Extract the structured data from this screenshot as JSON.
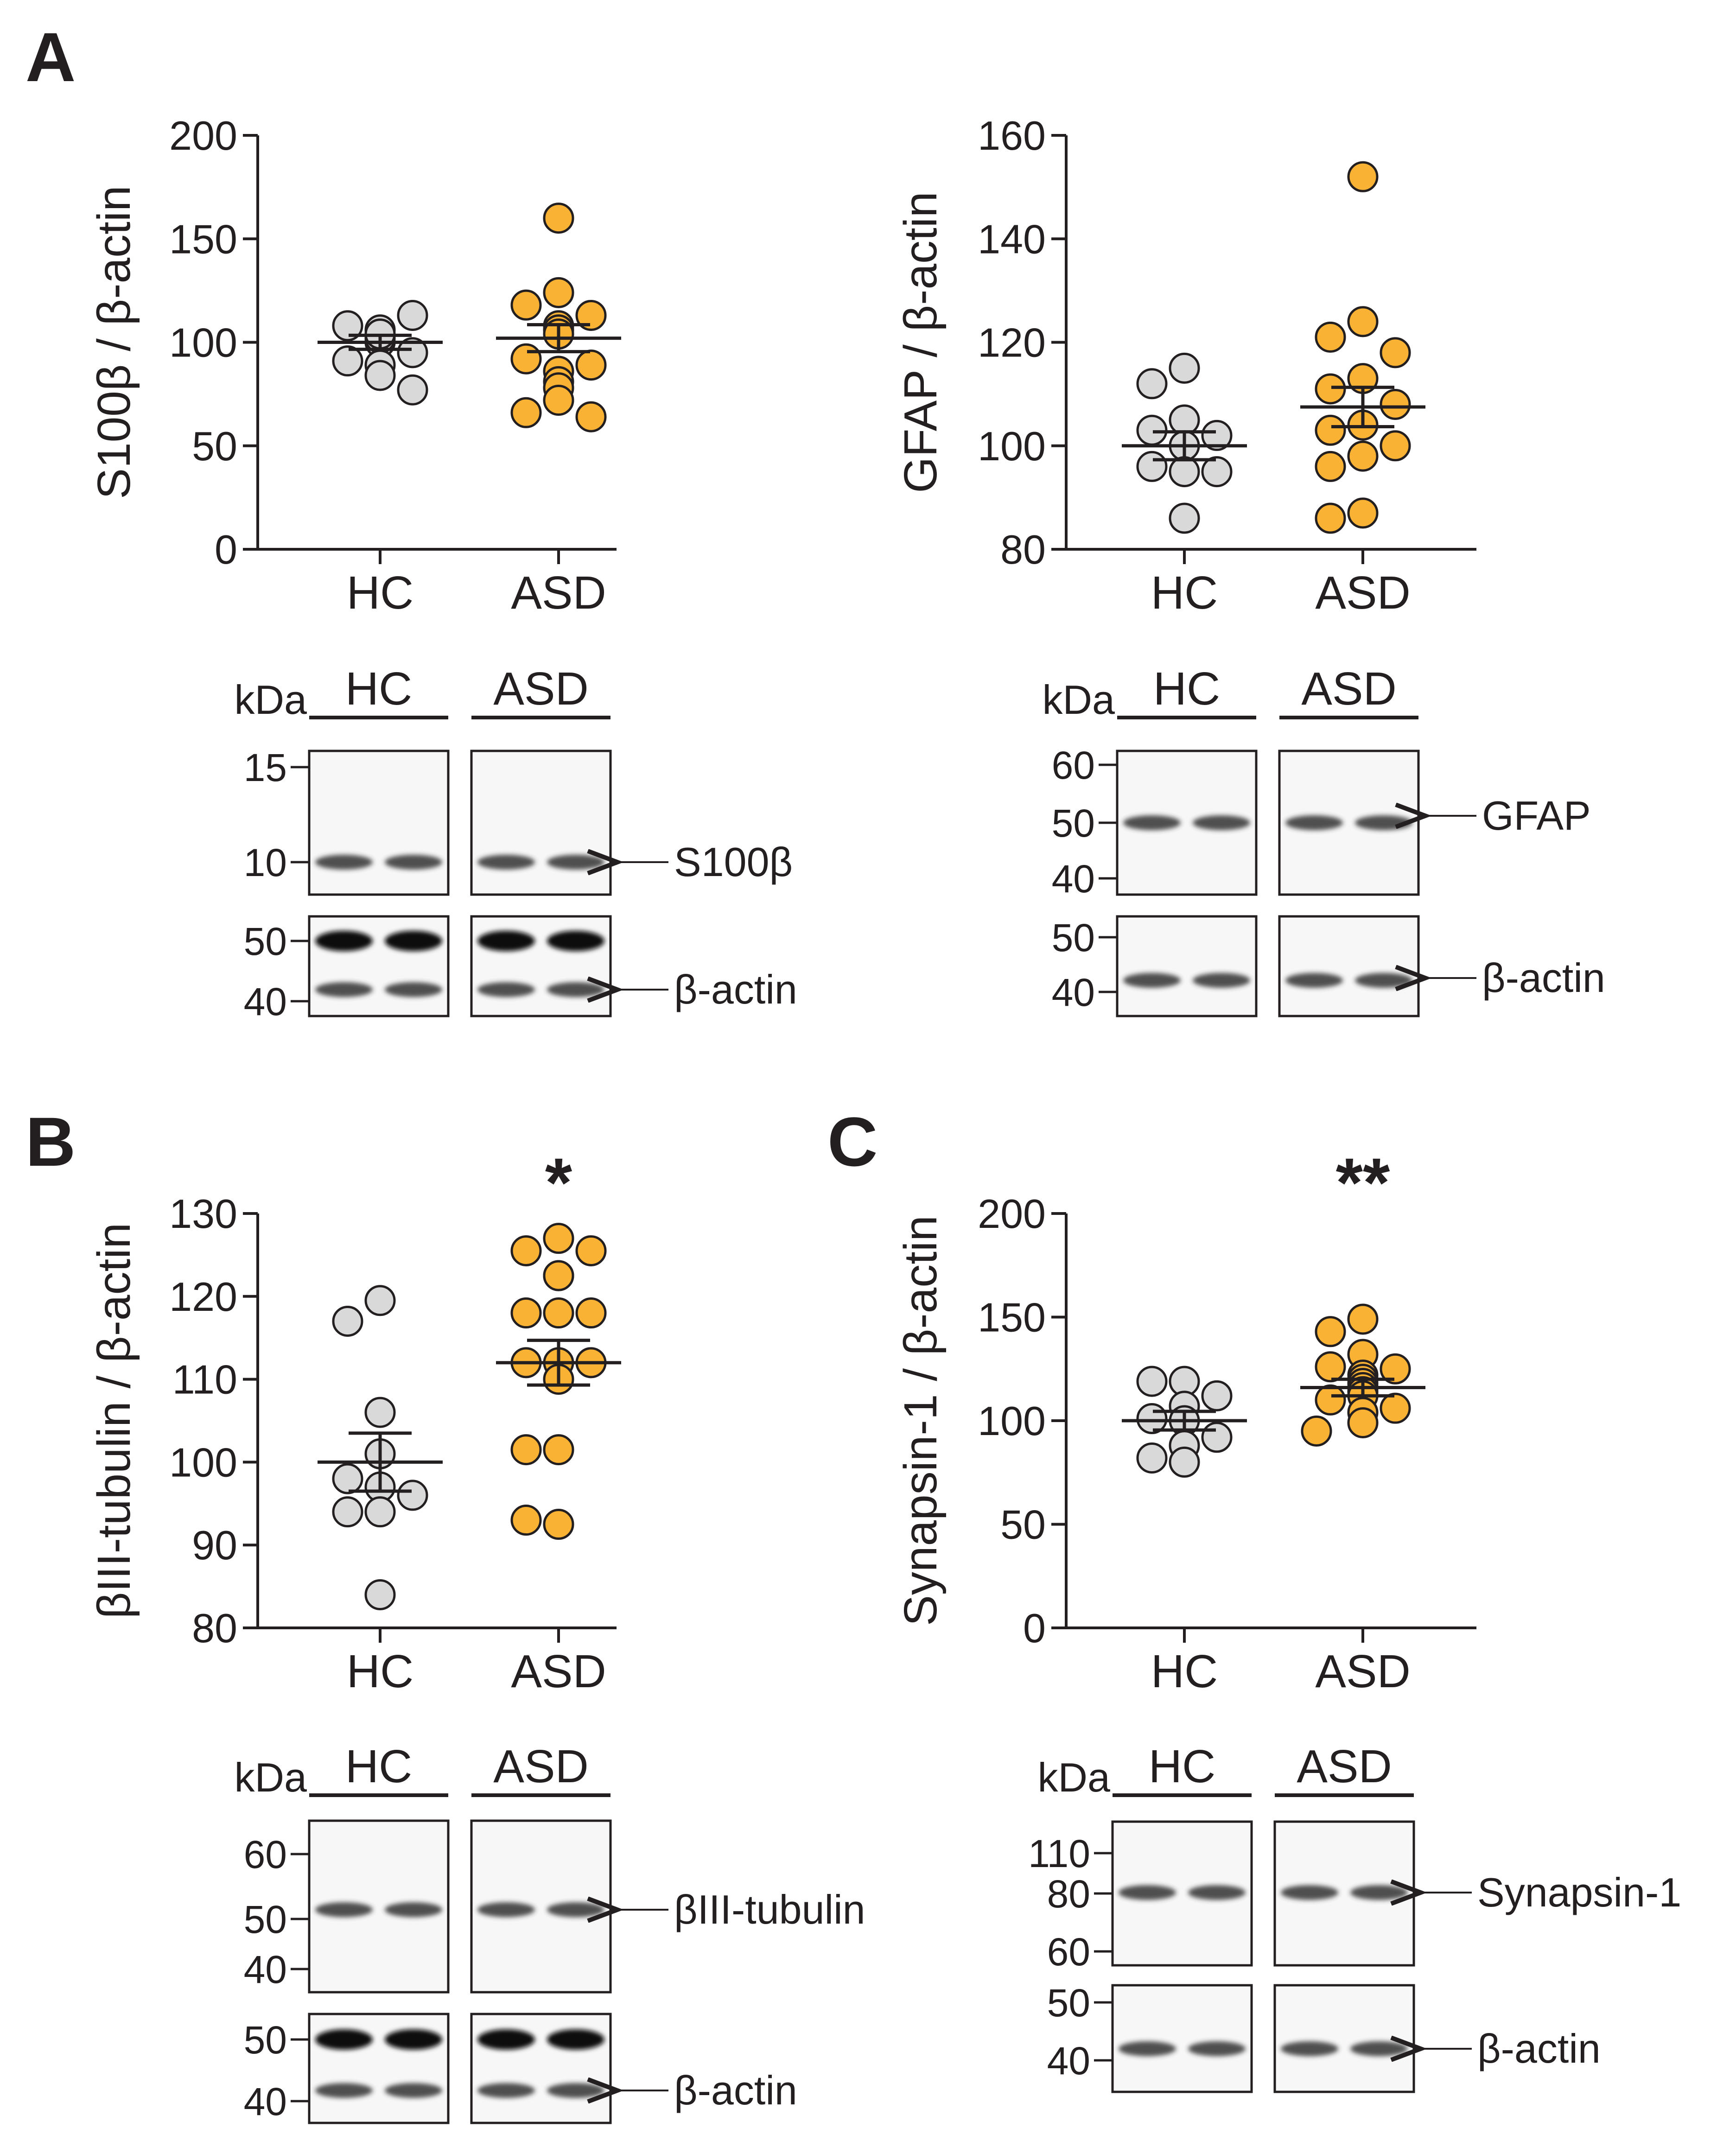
{
  "panels": [
    {
      "id": "A",
      "label": "A"
    },
    {
      "id": "B",
      "label": "B"
    },
    {
      "id": "C",
      "label": "C"
    }
  ],
  "chart_data": [
    {
      "type": "scatter",
      "panel": "A",
      "ylabel": "S100β / β-actin",
      "categories": [
        "HC",
        "ASD"
      ],
      "ylim": [
        0,
        200
      ],
      "yticks": [
        0,
        50,
        100,
        150,
        200
      ],
      "series": [
        {
          "name": "HC",
          "color": "#d9d9d9",
          "values": [
            100,
            108,
            113,
            106,
            102,
            95,
            91,
            89,
            77,
            84,
            104
          ],
          "mean": 100,
          "sem": 3.4
        },
        {
          "name": "ASD",
          "color": "#f9b233",
          "values": [
            160,
            124,
            118,
            113,
            108,
            106,
            104,
            92,
            89,
            86,
            81,
            78,
            66,
            64,
            72
          ],
          "mean": 102,
          "sem": 6.5
        }
      ],
      "significance": ""
    },
    {
      "type": "scatter",
      "panel": "A",
      "ylabel": "GFAP / β-actin",
      "categories": [
        "HC",
        "ASD"
      ],
      "ylim": [
        80,
        160
      ],
      "yticks": [
        80,
        100,
        120,
        140,
        160
      ],
      "series": [
        {
          "name": "HC",
          "color": "#d9d9d9",
          "values": [
            115,
            112,
            105,
            103,
            102,
            100,
            96,
            95,
            95,
            86
          ],
          "mean": 100,
          "sem": 2.7
        },
        {
          "name": "ASD",
          "color": "#f9b233",
          "values": [
            152,
            124,
            121,
            118,
            113,
            111,
            108,
            104,
            103,
            100,
            98,
            96,
            87,
            86
          ],
          "mean": 107.5,
          "sem": 3.8
        }
      ],
      "significance": ""
    },
    {
      "type": "scatter",
      "panel": "B",
      "ylabel": "βIII-tubulin / β-actin",
      "categories": [
        "HC",
        "ASD"
      ],
      "ylim": [
        80,
        130
      ],
      "yticks": [
        80,
        90,
        100,
        110,
        120,
        130
      ],
      "series": [
        {
          "name": "HC",
          "color": "#d9d9d9",
          "values": [
            119.5,
            117,
            106,
            101,
            98,
            97,
            96,
            94,
            94,
            84
          ],
          "mean": 100,
          "sem": 3.5
        },
        {
          "name": "ASD",
          "color": "#f9b233",
          "values": [
            127,
            125.5,
            125.5,
            122.5,
            122.5,
            118,
            118,
            118,
            112,
            112,
            112,
            110,
            101.5,
            101.5,
            92.5,
            93
          ],
          "mean": 112,
          "sem": 2.7
        }
      ],
      "significance": "*"
    },
    {
      "type": "scatter",
      "panel": "C",
      "ylabel": "Synapsin-1 / β-actin",
      "categories": [
        "HC",
        "ASD"
      ],
      "ylim": [
        0,
        200
      ],
      "yticks": [
        0,
        50,
        100,
        150,
        200
      ],
      "series": [
        {
          "name": "HC",
          "color": "#d9d9d9",
          "values": [
            119,
            119,
            112,
            107,
            101,
            100,
            92,
            88,
            82,
            80
          ],
          "mean": 100,
          "sem": 4.5
        },
        {
          "name": "ASD",
          "color": "#f9b233",
          "values": [
            149,
            143,
            132,
            126,
            125,
            122,
            120,
            118,
            116,
            114,
            112,
            110,
            106,
            104,
            99,
            95
          ],
          "mean": 116,
          "sem": 4.0
        }
      ],
      "significance": "**"
    }
  ],
  "blots": [
    {
      "kda": "kDa",
      "groups": [
        "HC",
        "ASD"
      ],
      "top": {
        "markers": [
          "15",
          "10"
        ],
        "protein": "S100β"
      },
      "bottom": {
        "markers": [
          "50",
          "40"
        ],
        "protein": "β-actin"
      }
    },
    {
      "kda": "kDa",
      "groups": [
        "HC",
        "ASD"
      ],
      "top": {
        "markers": [
          "60",
          "50",
          "40"
        ],
        "protein": "GFAP"
      },
      "bottom": {
        "markers": [
          "50",
          "40"
        ],
        "protein": "β-actin"
      }
    },
    {
      "kda": "kDa",
      "groups": [
        "HC",
        "ASD"
      ],
      "top": {
        "markers": [
          "60",
          "50",
          "40"
        ],
        "protein": "βIII-tubulin"
      },
      "bottom": {
        "markers": [
          "50",
          "40"
        ],
        "protein": "β-actin"
      }
    },
    {
      "kda": "kDa",
      "groups": [
        "HC",
        "ASD"
      ],
      "top": {
        "markers": [
          "110",
          "80",
          "60"
        ],
        "protein": "Synapsin-1"
      },
      "bottom": {
        "markers": [
          "50",
          "40"
        ],
        "protein": "β-actin"
      }
    }
  ]
}
